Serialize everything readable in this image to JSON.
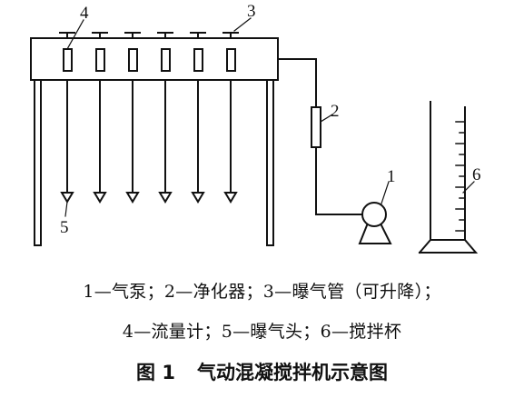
{
  "diagram": {
    "callouts": {
      "flowmeter": "4",
      "valve": "3",
      "purifier": "2",
      "pump": "1",
      "aerator_head": "5",
      "cup": "6"
    }
  },
  "legend": {
    "line1": "1—气泵；2—净化器；3—曝气管（可升降）；",
    "line2": "4—流量计；5—曝气头；6—搅拌杯"
  },
  "figure": {
    "number": "图 1",
    "title": "气动混凝搅拌机示意图"
  }
}
